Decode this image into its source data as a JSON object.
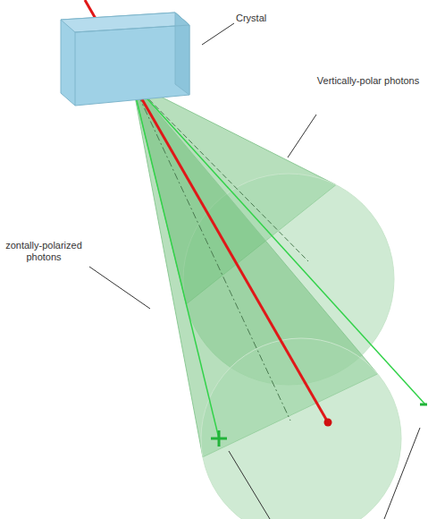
{
  "diagram": {
    "labels": [
      "Crystal",
      "Vertically-polar photons",
      "zontally-polarized photons"
    ]
  }
}
